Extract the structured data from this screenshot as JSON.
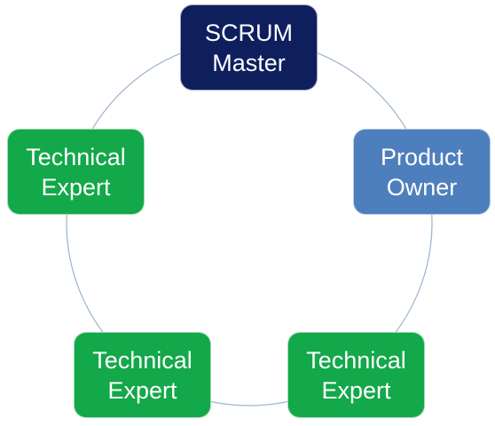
{
  "diagram": {
    "colors": {
      "ring": "#9cb3cf",
      "scrum_master": "#0f1f5e",
      "product_owner": "#4e7fbd",
      "technical_expert": "#13a84a",
      "text": "#ffffff"
    },
    "nodes": {
      "scrum_master": {
        "line1": "SCRUM",
        "line2": "Master"
      },
      "product_owner": {
        "line1": "Product",
        "line2": "Owner"
      },
      "technical_expert_left": {
        "line1": "Technical",
        "line2": "Expert"
      },
      "technical_expert_bottom_left": {
        "line1": "Technical",
        "line2": "Expert"
      },
      "technical_expert_bottom_right": {
        "line1": "Technical",
        "line2": "Expert"
      }
    }
  }
}
